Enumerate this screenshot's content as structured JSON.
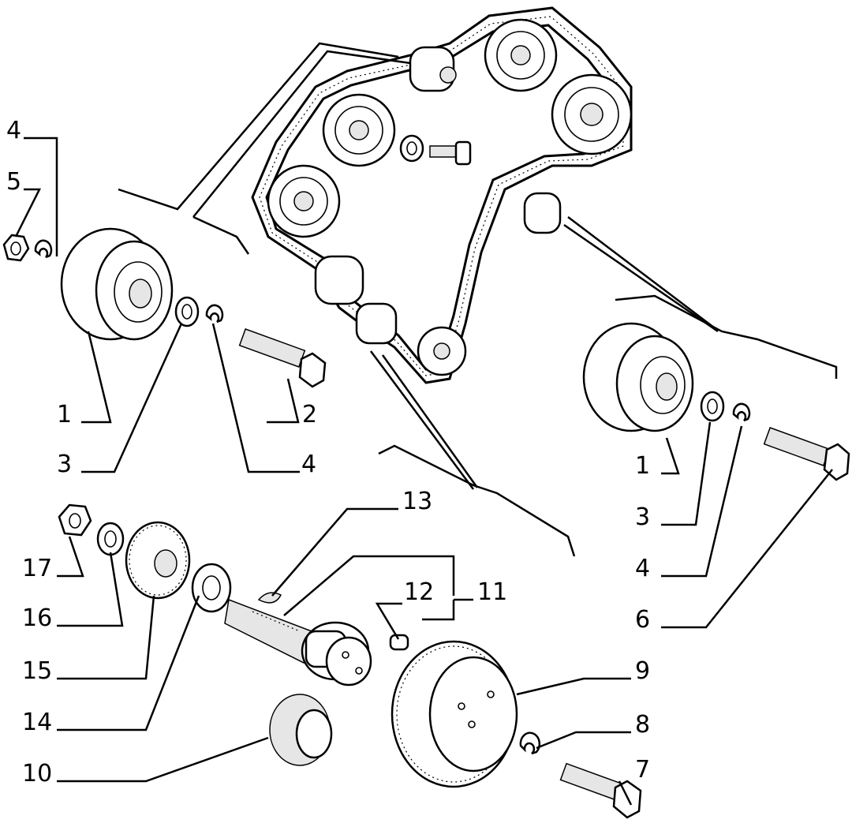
{
  "labels": {
    "l1a": "1",
    "l1b": "1",
    "l2": "2",
    "l3a": "3",
    "l3b": "3",
    "l4a": "4",
    "l4b": "4",
    "l4c": "4",
    "l5": "5",
    "l6": "6",
    "l7": "7",
    "l8": "8",
    "l9": "9",
    "l10": "10",
    "l11": "11",
    "l12": "12",
    "l13": "13",
    "l14": "14",
    "l15": "15",
    "l16": "16",
    "l17": "17"
  }
}
